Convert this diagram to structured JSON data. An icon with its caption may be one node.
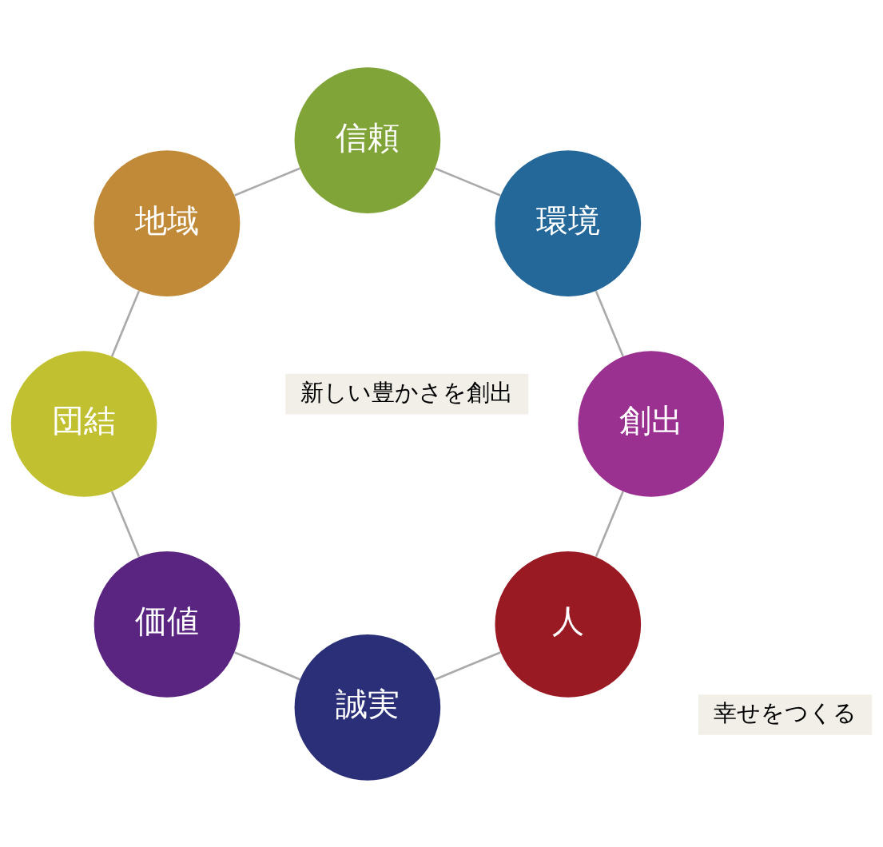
{
  "diagram": {
    "nodes": [
      {
        "text": [
          "人"
        ]
      },
      {
        "text": [
          "誠実"
        ]
      },
      {
        "text": [
          "価値"
        ]
      },
      {
        "text": [
          "団結"
        ]
      },
      {
        "text": [
          "地域"
        ]
      },
      {
        "text": [
          "信頼"
        ]
      },
      {
        "text": [
          "環境"
        ]
      },
      {
        "text": [
          "創出"
        ]
      }
    ],
    "edges": [
      {
        "from": 0,
        "to": 1,
        "arrow": "none"
      },
      {
        "from": 1,
        "to": 2,
        "arrow": "none"
      },
      {
        "from": 2,
        "to": 3,
        "arrow": "none"
      },
      {
        "from": 3,
        "to": 4,
        "arrow": "none"
      },
      {
        "from": 4,
        "to": 5,
        "arrow": "none"
      },
      {
        "from": 5,
        "to": 6,
        "arrow": "none"
      },
      {
        "from": 6,
        "to": 7,
        "arrow": "none"
      },
      {
        "from": 7,
        "to": 0,
        "arrow": "none"
      }
    ],
    "labels": [
      "幸せをつくる",
      "新しい豊かさを創出"
    ]
  }
}
